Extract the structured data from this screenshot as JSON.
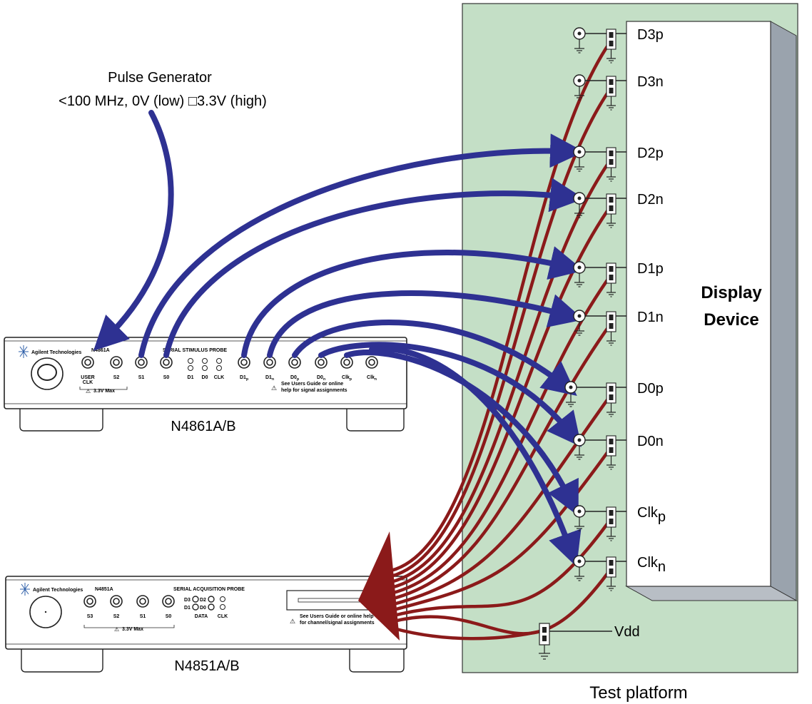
{
  "pulse_generator": {
    "line1": "Pulse Generator",
    "line2": "<100 MHz, 0V (low) □3.3V (high)"
  },
  "display_device": {
    "line1": "Display",
    "line2": "Device"
  },
  "test_platform_label": "Test platform",
  "signals": [
    {
      "name": "D3p",
      "base": "D3p",
      "sub": ""
    },
    {
      "name": "D3n",
      "base": "D3n",
      "sub": ""
    },
    {
      "name": "D2p",
      "base": "D2p",
      "sub": ""
    },
    {
      "name": "D2n",
      "base": "D2n",
      "sub": ""
    },
    {
      "name": "D1p",
      "base": "D1p",
      "sub": ""
    },
    {
      "name": "D1n",
      "base": "D1n",
      "sub": ""
    },
    {
      "name": "D0p",
      "base": "D0p",
      "sub": ""
    },
    {
      "name": "D0n",
      "base": "D0n",
      "sub": ""
    },
    {
      "name": "Clkp",
      "base": "Clk",
      "sub": "p"
    },
    {
      "name": "Clkn",
      "base": "Clk",
      "sub": "n"
    }
  ],
  "vdd_label": "Vdd",
  "stimulus_probe": {
    "brand": "Agilent Technologies",
    "model": "N4861A",
    "title": "SERIAL STIMULUS PROBE",
    "caption": "N4861A/B",
    "ports": [
      {
        "base": "USER",
        "sub": "",
        "line2": "CLK"
      },
      {
        "base": "S2",
        "sub": "",
        "line2": ""
      },
      {
        "base": "S1",
        "sub": "",
        "line2": ""
      },
      {
        "base": "S0",
        "sub": "",
        "line2": ""
      },
      {
        "base": "D1",
        "sub": "p",
        "line2": ""
      },
      {
        "base": "D1",
        "sub": "n",
        "line2": ""
      },
      {
        "base": "D0",
        "sub": "p",
        "line2": ""
      },
      {
        "base": "D0",
        "sub": "n",
        "line2": ""
      },
      {
        "base": "Clk",
        "sub": "p",
        "line2": ""
      },
      {
        "base": "Clk",
        "sub": "n",
        "line2": ""
      }
    ],
    "leds": [
      "D1",
      "D0",
      "CLK"
    ],
    "max_note": "3.3V Max",
    "help_line1": "See Users Guide or online",
    "help_line2": "help for signal assignments"
  },
  "acquisition_probe": {
    "brand": "Agilent Technologies",
    "model": "N4851A",
    "title": "SERIAL ACQUISITION PROBE",
    "caption": "N4851A/B",
    "ports": [
      "S3",
      "S2",
      "S1",
      "S0"
    ],
    "leds": [
      "D3",
      "D2",
      "D1",
      "D0"
    ],
    "data_label": "DATA",
    "clk_label": "CLK",
    "max_note": "3.3V Max",
    "help_line1": "See Users Guide or online help",
    "help_line2": "for channel/signal assignments"
  },
  "colors": {
    "platform_fill": "#c4dfc6",
    "blue_cable": "#2e3192",
    "red_cable": "#8b1a1a",
    "device_side": "#9aa3ad"
  }
}
